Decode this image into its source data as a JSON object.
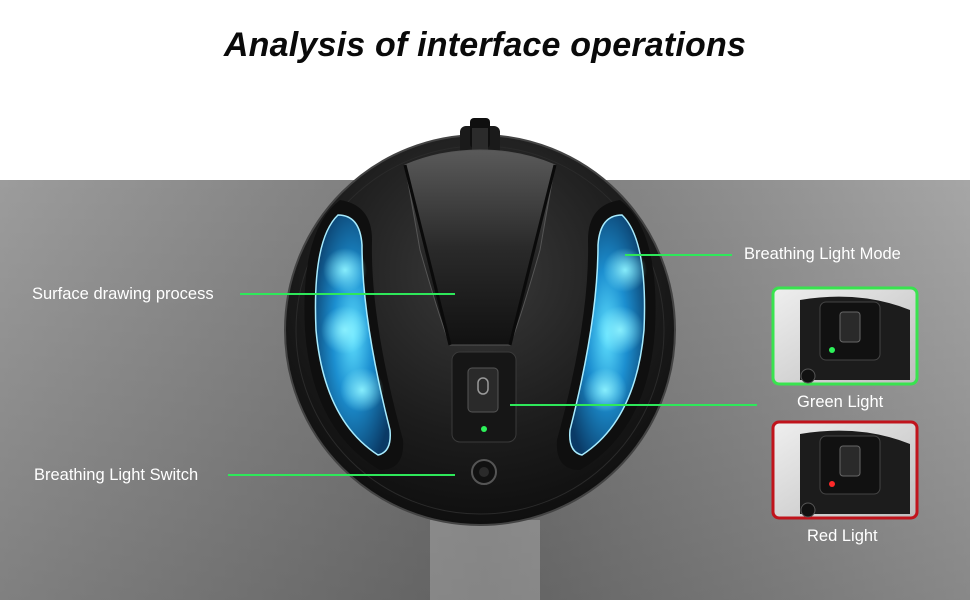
{
  "title": "Analysis of interface operations",
  "callouts": {
    "surface_drawing": "Surface drawing process",
    "breathing_switch": "Breathing Light Switch",
    "breathing_mode": "Breathing Light Mode"
  },
  "indicators": {
    "green_caption": "Green Light",
    "red_caption": "Red Light"
  },
  "colors": {
    "callout_line": "#2ee85a",
    "green_frame": "#39e34f",
    "red_frame": "#c0141c",
    "panel_glow": "#2fc6ff",
    "background_gray": "#8a8a8a"
  }
}
